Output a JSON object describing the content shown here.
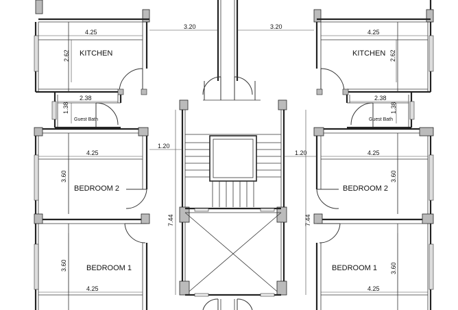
{
  "plan": {
    "left": {
      "kitchen": "KITCHEN",
      "guest_bath": "Guest Bath",
      "bedroom2": "BEDROOM 2",
      "bedroom1": "BEDROOM 1",
      "dim_kitchen_width": "4.25",
      "dim_kitchen_depth": "2.62",
      "dim_bath_width": "2.38",
      "dim_bath_depth": "1.38",
      "dim_bed2_width": "4.25",
      "dim_bed2_depth": "3.60",
      "dim_bed1_depth": "3.60",
      "dim_bed1_width": "4.25"
    },
    "right": {
      "kitchen": "KITCHEN",
      "guest_bath": "Guest Bath",
      "bedroom2": "BEDROOM 2",
      "bedroom1": "BEDROOM 1",
      "dim_kitchen_width": "4.25",
      "dim_kitchen_depth": "2.62",
      "dim_bath_width": "2.38",
      "dim_bath_depth": "1.38",
      "dim_bed2_width": "4.25",
      "dim_bed2_depth": "3.60",
      "dim_bed1_depth": "3.60",
      "dim_bed1_width": "4.25"
    },
    "core": {
      "dim_corridor_left": "3.20",
      "dim_corridor_right": "3.20",
      "dim_gap_left": "1.20",
      "dim_gap_right": "1.20",
      "dim_core_height_left": "7.44",
      "dim_core_height_right": "7.44"
    }
  }
}
